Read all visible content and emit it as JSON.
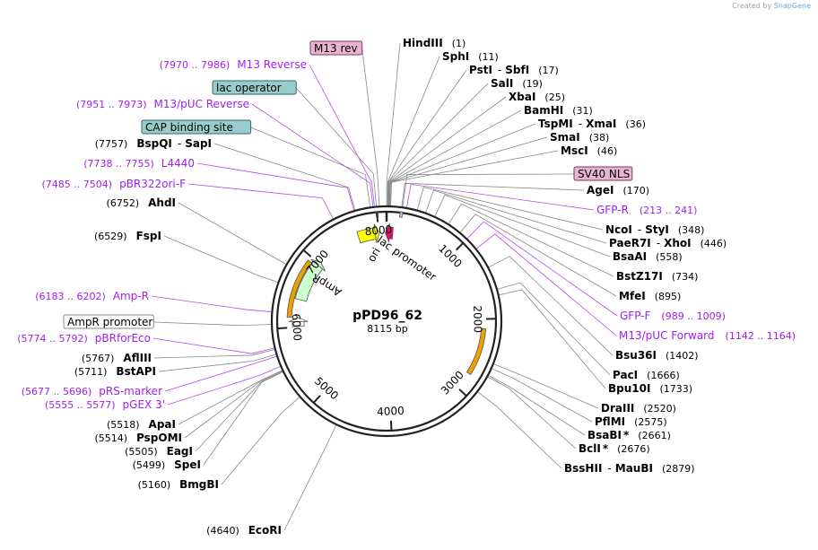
{
  "credit": {
    "created_by": "Created by",
    "brand": "SnapGene"
  },
  "plasmid": {
    "name": "pPD96_62",
    "size": "8115 bp",
    "total_bp": 8115
  },
  "colors": {
    "enzyme": "#000000",
    "primer": "#a020f0",
    "orange_feature": "#f0a000",
    "yellow_feature": "#ffff00",
    "ampr_feature": "#ccffcc",
    "lac_promoter": "#ff0066",
    "box_blue": "#99cccc",
    "box_pink": "#e8b4d0"
  },
  "ticks": [
    "1000",
    "2000",
    "3000",
    "4000",
    "5000",
    "6000",
    "7000",
    "8000"
  ],
  "features": [
    {
      "name": "ori",
      "start": 7700,
      "end": 7950,
      "color": "#ffff00",
      "dir": "cw"
    },
    {
      "name": "AmpR",
      "start": 6400,
      "end": 6970,
      "color": "#ccffcc",
      "dir": "cw"
    },
    {
      "name": "AmpR promoter",
      "start": 6010,
      "end": 6080,
      "color": "#ffffff",
      "dir": "cw"
    },
    {
      "name": "lac promoter",
      "start": 40,
      "end": 90,
      "color": "#ff0066",
      "dir": "ccw"
    },
    {
      "name": "orange1",
      "start": 6140,
      "end": 6940,
      "color": "#f0a000",
      "dir": "cw"
    },
    {
      "name": "orange2",
      "start": 2130,
      "end": 2760,
      "color": "#f0a000",
      "dir": "cw"
    },
    {
      "name": "lac operator",
      "start": 7990,
      "end": 8010,
      "color": "#99cccc",
      "dir": "cw"
    },
    {
      "name": "SV40 NLS",
      "start": 160,
      "end": 190,
      "color": "#e8b4d0",
      "dir": "cw"
    }
  ],
  "boxed_labels": [
    {
      "text": "M13 rev",
      "style": "pink",
      "pos": 8035
    },
    {
      "text": "lac operator",
      "style": "blue",
      "pos": 8000
    },
    {
      "text": "CAP binding site",
      "style": "blue",
      "pos": 7930
    },
    {
      "text": "SV40 NLS",
      "style": "pink",
      "pos": 180
    },
    {
      "text": "AmpR promoter",
      "style": "white",
      "pos": 6050
    }
  ],
  "sites": [
    {
      "name": "HindIII",
      "pos": "(1)",
      "bp": 1,
      "type": "enzyme"
    },
    {
      "name": "SphI",
      "pos": "(11)",
      "bp": 11,
      "type": "enzyme"
    },
    {
      "name": "PstI",
      "name2": "SbfI",
      "pos": "(17)",
      "bp": 17,
      "type": "enzyme"
    },
    {
      "name": "SalI",
      "pos": "(19)",
      "bp": 19,
      "type": "enzyme"
    },
    {
      "name": "XbaI",
      "pos": "(25)",
      "bp": 25,
      "type": "enzyme"
    },
    {
      "name": "BamHI",
      "pos": "(31)",
      "bp": 31,
      "type": "enzyme"
    },
    {
      "name": "TspMI",
      "name2": "XmaI",
      "pos": "(36)",
      "bp": 36,
      "type": "enzyme"
    },
    {
      "name": "SmaI",
      "pos": "(38)",
      "bp": 38,
      "type": "enzyme"
    },
    {
      "name": "MscI",
      "pos": "(46)",
      "bp": 46,
      "type": "enzyme"
    },
    {
      "name": "AgeI",
      "pos": "(170)",
      "bp": 170,
      "type": "enzyme"
    },
    {
      "name": "GFP-R",
      "pos": "(213 .. 241)",
      "bp": 227,
      "type": "primer"
    },
    {
      "name": "NcoI",
      "name2": "StyI",
      "pos": "(348)",
      "bp": 348,
      "type": "enzyme"
    },
    {
      "name": "PaeR7I",
      "name2": "XhoI",
      "pos": "(446)",
      "bp": 446,
      "type": "enzyme"
    },
    {
      "name": "BsaAI",
      "pos": "(558)",
      "bp": 558,
      "type": "enzyme"
    },
    {
      "name": "BstZ17I",
      "pos": "(734)",
      "bp": 734,
      "type": "enzyme"
    },
    {
      "name": "MfeI",
      "pos": "(895)",
      "bp": 895,
      "type": "enzyme"
    },
    {
      "name": "GFP-F",
      "pos": "(989 .. 1009)",
      "bp": 999,
      "type": "primer"
    },
    {
      "name": "M13/pUC Forward",
      "pos": "(1142 .. 1164)",
      "bp": 1153,
      "type": "primer"
    },
    {
      "name": "Bsu36I",
      "pos": "(1402)",
      "bp": 1402,
      "type": "enzyme"
    },
    {
      "name": "PacI",
      "pos": "(1666)",
      "bp": 1666,
      "type": "enzyme"
    },
    {
      "name": "Bpu10I",
      "pos": "(1733)",
      "bp": 1733,
      "type": "enzyme"
    },
    {
      "name": "DraIII",
      "pos": "(2520)",
      "bp": 2520,
      "type": "enzyme"
    },
    {
      "name": "PflMI",
      "pos": "(2575)",
      "bp": 2575,
      "type": "enzyme"
    },
    {
      "name": "BsaBI",
      "star": "*",
      "pos": "(2661)",
      "bp": 2661,
      "type": "enzyme"
    },
    {
      "name": "BclI",
      "star": "*",
      "pos": "(2676)",
      "bp": 2676,
      "type": "enzyme"
    },
    {
      "name": "BssHII",
      "name2": "MauBI",
      "pos": "(2879)",
      "bp": 2879,
      "type": "enzyme"
    },
    {
      "name": "EcoRI",
      "pos": "(4640)",
      "bp": 4640,
      "type": "enzyme"
    },
    {
      "name": "BmgBI",
      "pos": "(5160)",
      "bp": 5160,
      "type": "enzyme"
    },
    {
      "name": "SpeI",
      "pos": "(5499)",
      "bp": 5499,
      "type": "enzyme"
    },
    {
      "name": "EagI",
      "pos": "(5505)",
      "bp": 5505,
      "type": "enzyme"
    },
    {
      "name": "PspOMI",
      "pos": "(5514)",
      "bp": 5514,
      "type": "enzyme"
    },
    {
      "name": "ApaI",
      "pos": "(5518)",
      "bp": 5518,
      "type": "enzyme"
    },
    {
      "name": "pGEX 3'",
      "pos": "(5555 .. 5577)",
      "bp": 5566,
      "type": "primer"
    },
    {
      "name": "pRS-marker",
      "pos": "(5677 .. 5696)",
      "bp": 5686,
      "type": "primer"
    },
    {
      "name": "BstAPI",
      "pos": "(5711)",
      "bp": 5711,
      "type": "enzyme"
    },
    {
      "name": "AflIII",
      "pos": "(5767)",
      "bp": 5767,
      "type": "enzyme"
    },
    {
      "name": "pBRforEco",
      "pos": "(5774 .. 5792)",
      "bp": 5783,
      "type": "primer"
    },
    {
      "name": "Amp-R",
      "pos": "(6183 .. 6202)",
      "bp": 6192,
      "type": "primer"
    },
    {
      "name": "FspI",
      "pos": "(6529)",
      "bp": 6529,
      "type": "enzyme"
    },
    {
      "name": "AhdI",
      "pos": "(6752)",
      "bp": 6752,
      "type": "enzyme"
    },
    {
      "name": "pBR322ori-F",
      "pos": "(7485 .. 7504)",
      "bp": 7494,
      "type": "primer"
    },
    {
      "name": "L4440",
      "pos": "(7738 .. 7755)",
      "bp": 7746,
      "type": "primer"
    },
    {
      "name": "BspQI",
      "name2": "SapI",
      "pos": "(7757)",
      "bp": 7757,
      "type": "enzyme"
    },
    {
      "name": "M13/pUC Reverse",
      "pos": "(7951 .. 7973)",
      "bp": 7962,
      "type": "primer"
    },
    {
      "name": "M13 Reverse",
      "pos": "(7970 .. 7986)",
      "bp": 7978,
      "type": "primer"
    }
  ]
}
